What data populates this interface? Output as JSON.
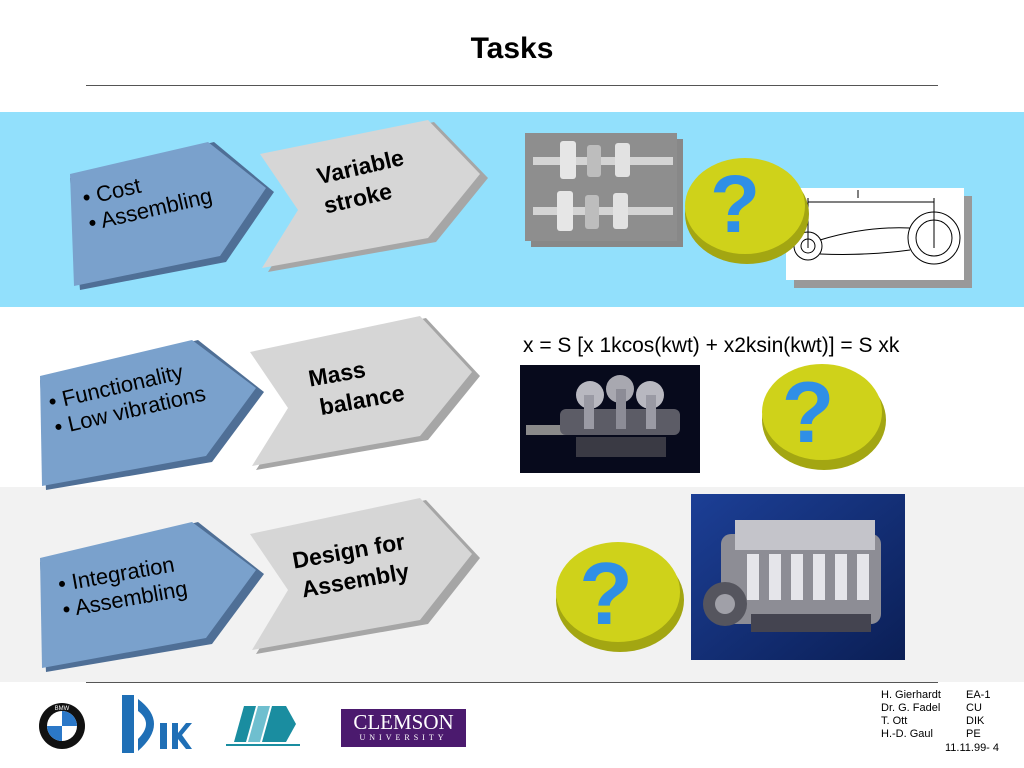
{
  "slide": {
    "title": "Tasks"
  },
  "rows": [
    {
      "bullets": [
        "• Cost",
        "• Assembling"
      ],
      "task": [
        "Variable",
        "stroke"
      ],
      "band_color": "#92e0fc"
    },
    {
      "bullets": [
        "• Functionality",
        "• Low vibrations"
      ],
      "task": [
        "Mass",
        "balance"
      ],
      "band_color": "#ffffff",
      "formula": "x = S [x 1kcos(kwt) + x2ksin(kwt)] = S xk"
    },
    {
      "bullets": [
        "• Integration",
        "• Assembling"
      ],
      "task": [
        "Design for",
        "Assembly"
      ],
      "band_color": "#f2f2f2"
    }
  ],
  "question_mark": "?",
  "colors": {
    "blue_shape": "#7aa1cc",
    "blue_shape_dark": "#4f6f96",
    "grey_shape": "#d6d6d6",
    "grey_shape_dark": "#a6a6a6",
    "question_yellow": "#cfd21a",
    "question_blue": "#2f8fe6"
  },
  "footer": {
    "names": [
      "H. Gierhardt",
      "Dr. G. Fadel",
      "T. Ott",
      "H.-D. Gaul"
    ],
    "codes": [
      "EA-1",
      "CU",
      "DIK",
      "PE"
    ],
    "date_page": "11.11.99- 4"
  },
  "logos": {
    "bmw": "BMW",
    "clemson_main": "CLEMSON",
    "clemson_sub": "UNIVERSITY"
  },
  "icons": [
    "question-mark-icon",
    "bmw-logo-icon",
    "dik-logo-icon",
    "arrow-logo-icon"
  ]
}
